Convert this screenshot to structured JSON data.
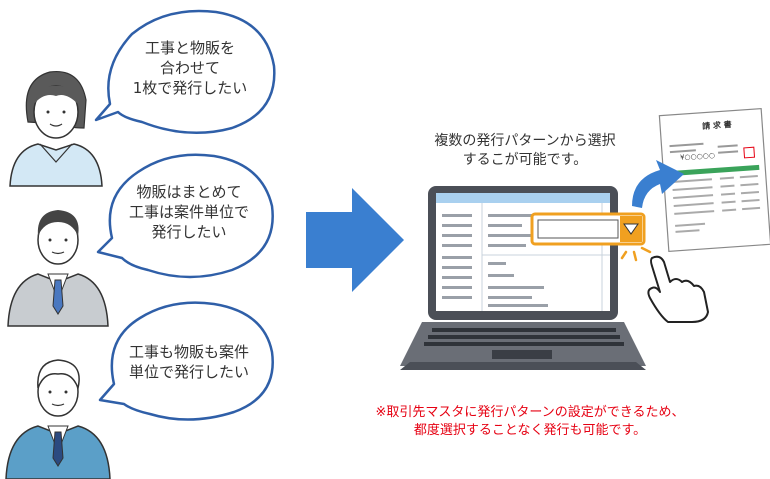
{
  "bubbles": [
    {
      "lines": [
        "工事と物販を",
        "合わせて",
        "1枚で発行したい"
      ]
    },
    {
      "lines": [
        "物販はまとめて",
        "工事は案件単位で",
        "発行したい"
      ]
    },
    {
      "lines": [
        "工事も物販も案件",
        "単位で発行したい"
      ]
    }
  ],
  "caption": {
    "line1": "複数の発行パターンから選択",
    "line2": "するこが可能です。"
  },
  "invoice": {
    "title": "請 求 書",
    "amount": "¥○○○○○"
  },
  "note": {
    "line1": "※取引先マスタに発行パターンの設定ができるため、",
    "line2": "都度選択することなく発行も可能です。"
  },
  "colors": {
    "accent_blue": "#3a7fd0",
    "bubble_border": "#2f5fa8",
    "note_red": "#e60012",
    "invoice_green": "#3aa35a",
    "dropdown_orange": "#f0a020"
  },
  "icons": [
    "person-woman-icon",
    "person-man-suit-icon",
    "person-man-icon",
    "right-arrow-icon",
    "laptop-icon",
    "invoice-document-icon",
    "curved-arrow-icon",
    "pointing-hand-icon"
  ]
}
